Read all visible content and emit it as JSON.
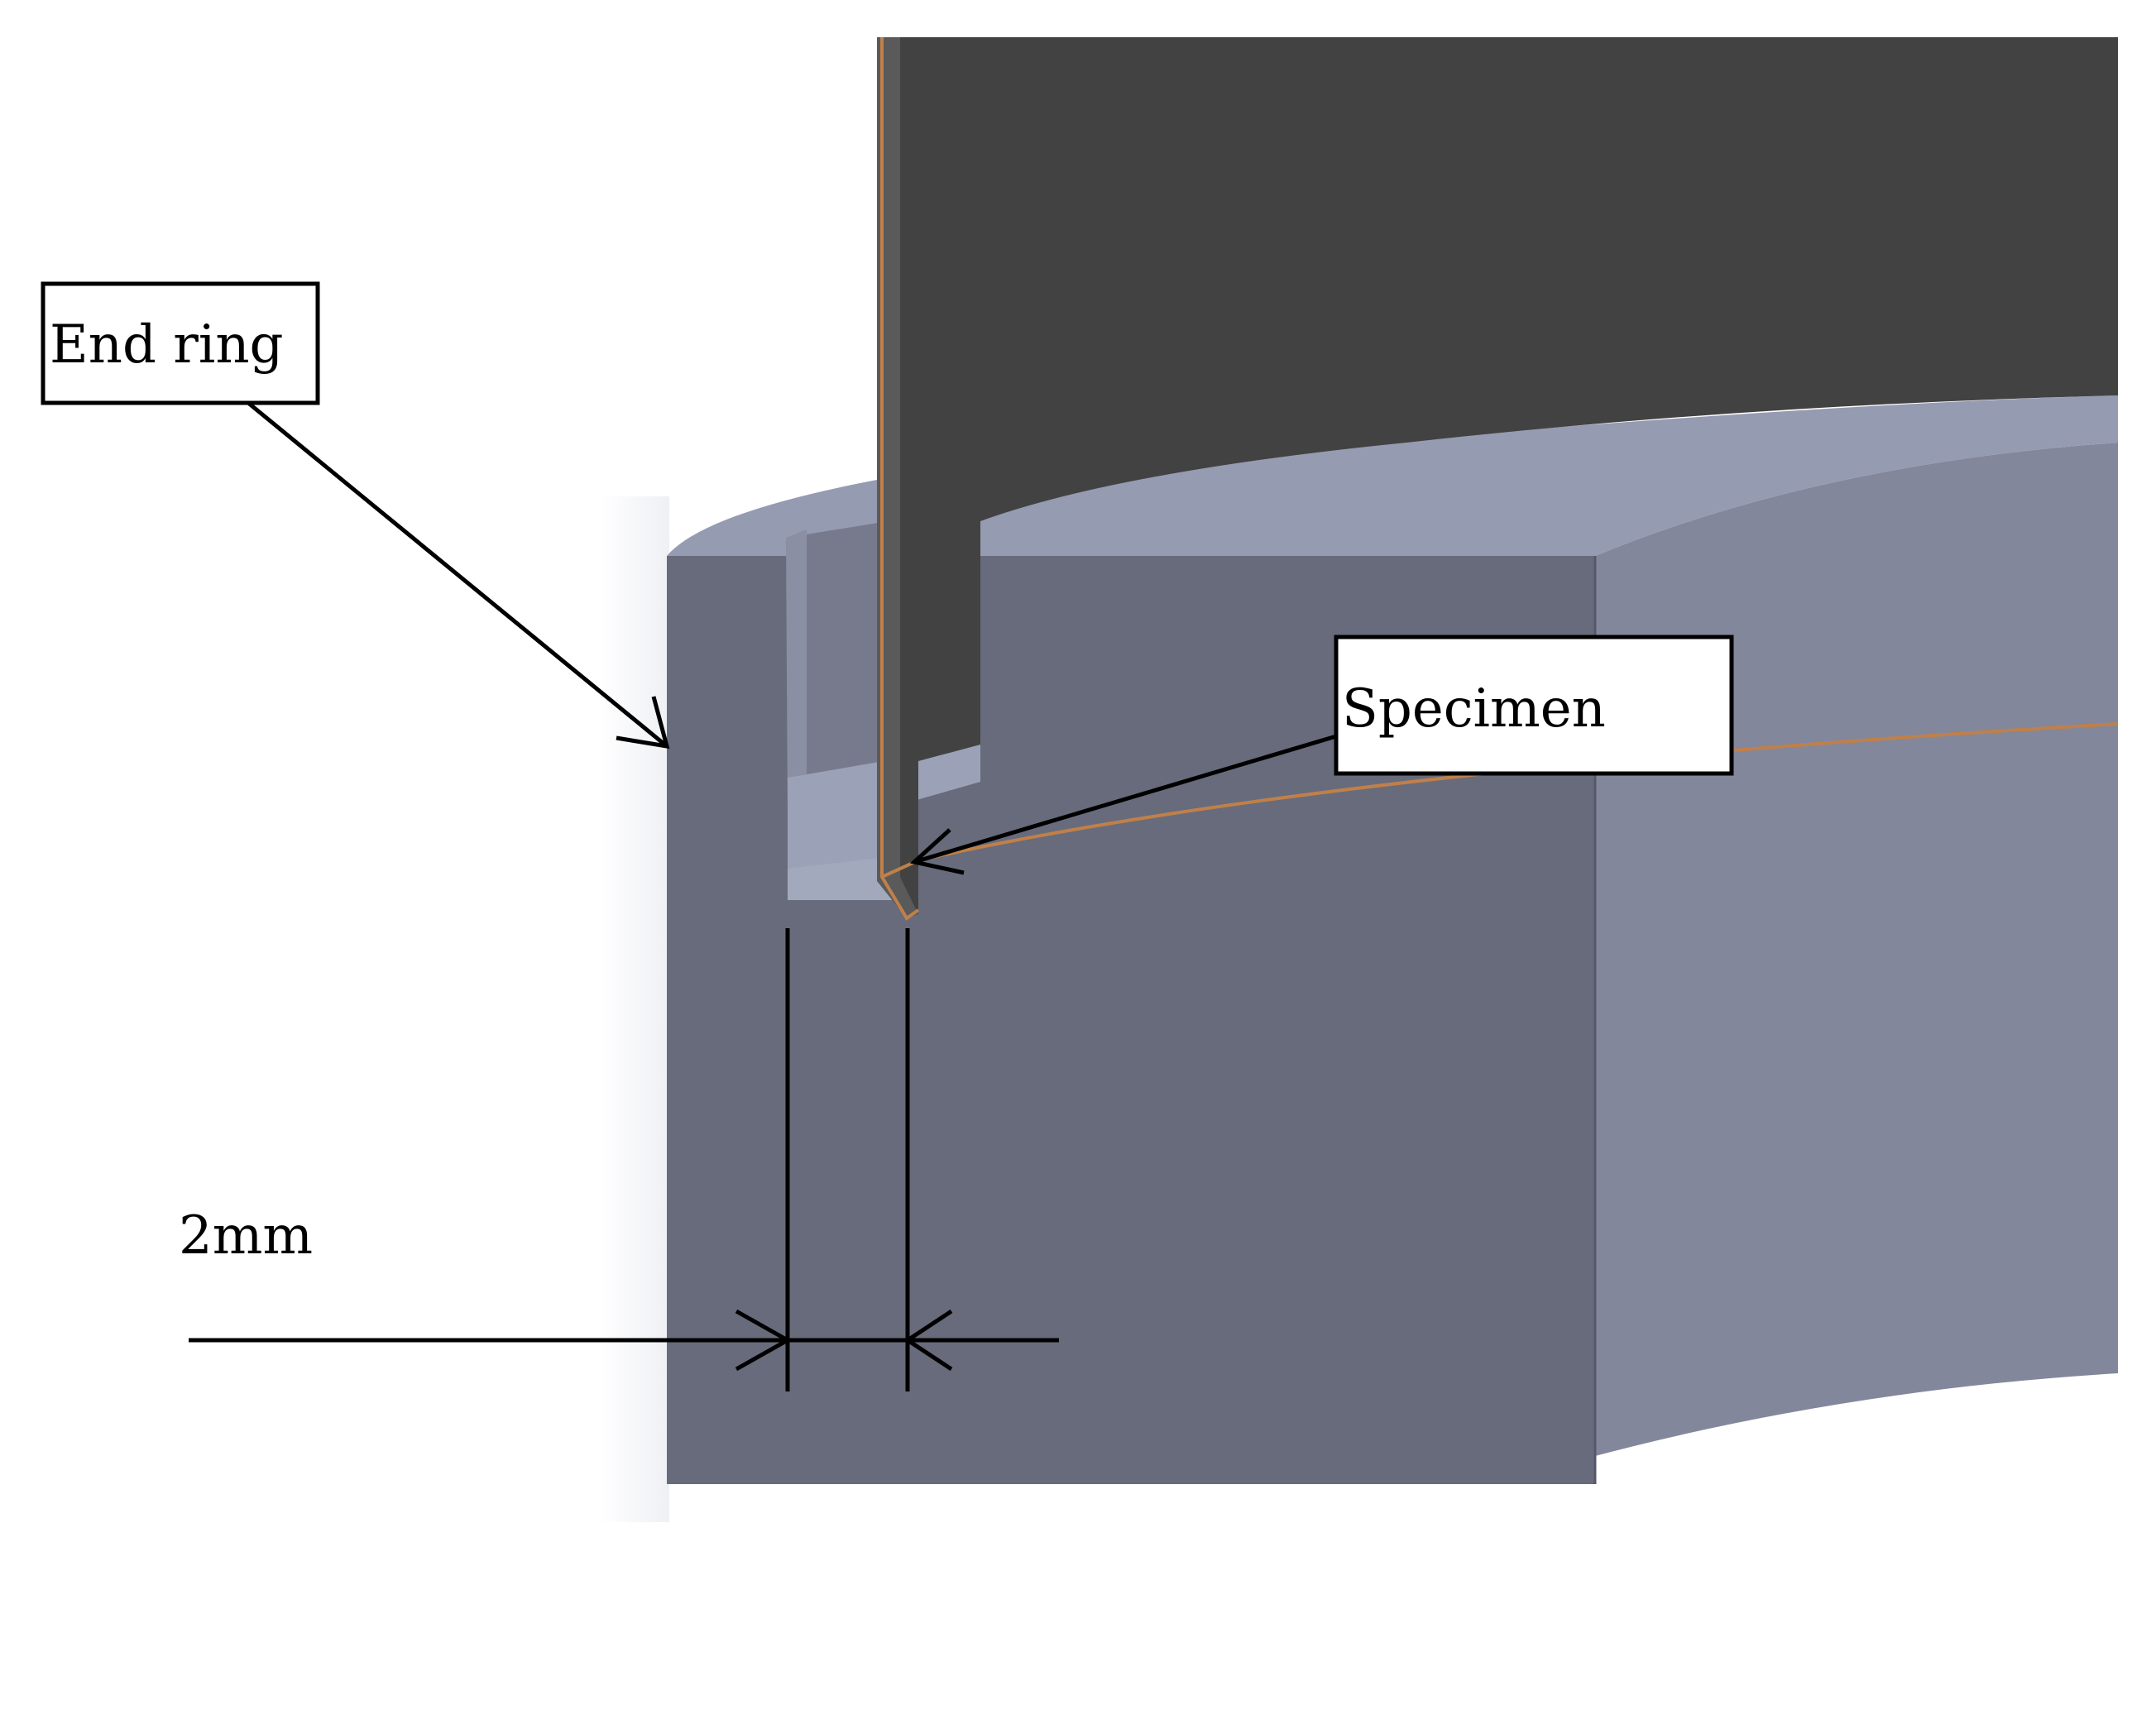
{
  "labels": {
    "end_ring": "End ring",
    "specimen": "Specimen",
    "dimension": "2mm"
  },
  "colors": {
    "ring_front": "#686b7b",
    "ring_top": "#959bb1",
    "ring_right": "#83879b",
    "specimen_dark": "#424242",
    "specimen_edge": "#c0804a",
    "line": "#000000"
  }
}
